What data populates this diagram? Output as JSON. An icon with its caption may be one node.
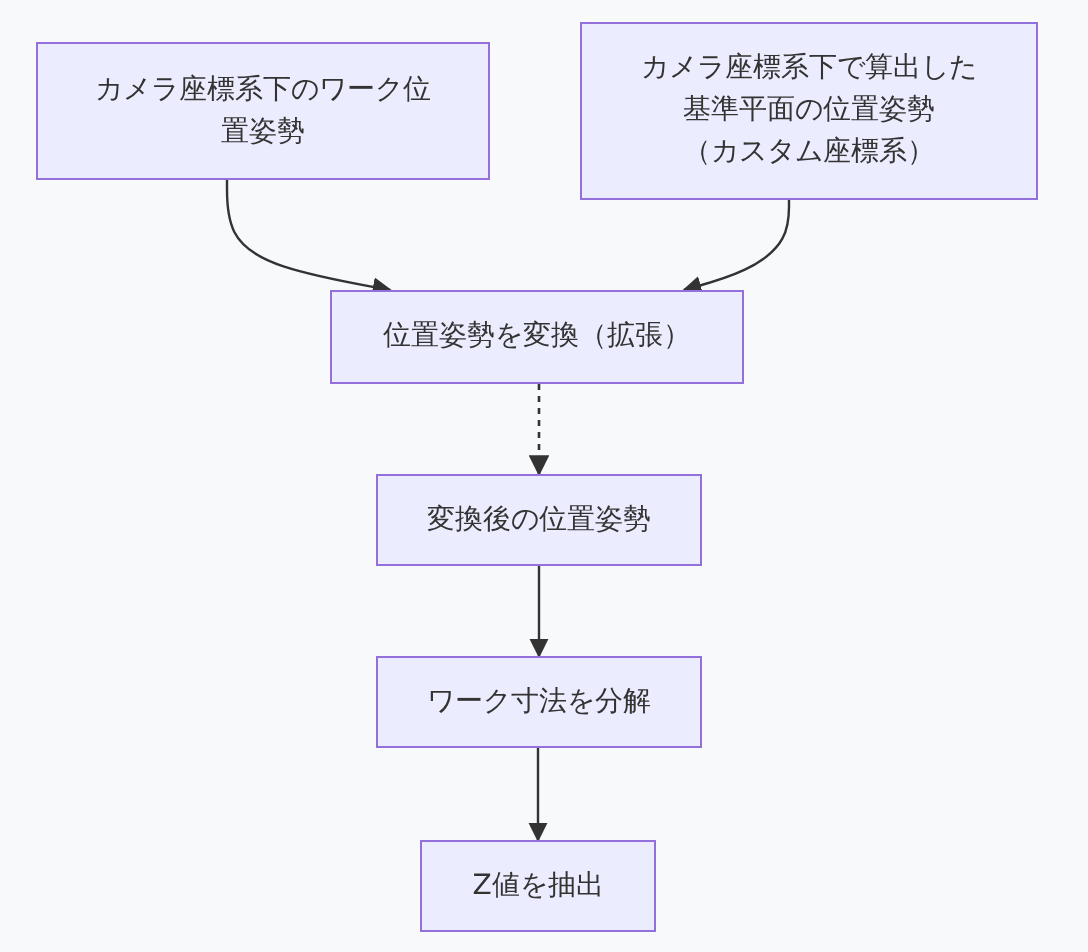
{
  "diagram": {
    "nodes": [
      {
        "text": [
          "カメラ座標系下のワーク位置姿勢"
        ]
      },
      {
        "text": [
          "カメラ座標系下で算出した基準平面の位置姿勢",
          "（カスタム座標系）"
        ]
      },
      {
        "text": [
          "位置姿勢を変換（拡張）"
        ]
      },
      {
        "text": [
          "変換後の位置姿勢"
        ]
      },
      {
        "text": [
          "ワーク寸法を分解"
        ]
      },
      {
        "text": [
          "Z値を抽出"
        ]
      }
    ],
    "edges": [
      {
        "from": 0,
        "to": 2,
        "arrow": "to"
      },
      {
        "from": 1,
        "to": 2,
        "arrow": "to"
      },
      {
        "from": 2,
        "to": 3,
        "arrow": "to",
        "style": "dashed"
      },
      {
        "from": 3,
        "to": 4,
        "arrow": "to"
      },
      {
        "from": 4,
        "to": 5,
        "arrow": "to"
      }
    ]
  }
}
